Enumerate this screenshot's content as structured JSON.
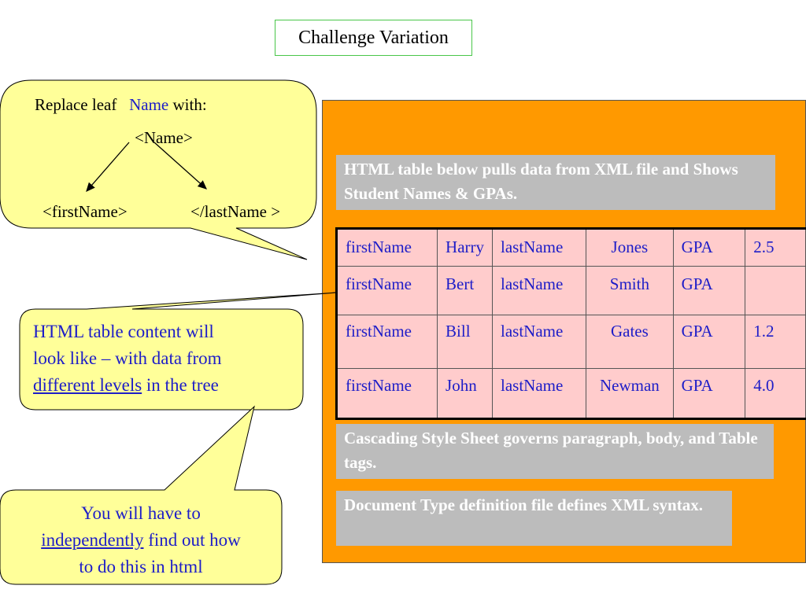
{
  "title": "Challenge Variation",
  "tree_bubble": {
    "line_prefix": "Replace leaf",
    "leaf_name": "Name",
    "line_suffix": "with:",
    "root": "<Name>",
    "left_child": "<firstName>",
    "right_child": "</lastName >"
  },
  "table_bubble": {
    "line1": "HTML table content will",
    "line2": "look like – with data from",
    "underlined": "different levels",
    "after": " in the tree"
  },
  "html_bubble": {
    "line1": "You will have to",
    "underlined": "independently",
    "after": " find out how",
    "line3": "to do this in html"
  },
  "notes": {
    "note1": "HTML table below pulls data from XML file and Shows Student Names & GPAs.",
    "note2": "Cascading Style Sheet governs paragraph, body, and  Table tags.",
    "note3": "Document Type definition file defines XML syntax."
  },
  "table": {
    "rows": [
      [
        "firstName",
        "Harry",
        "lastName",
        "Jones",
        "GPA",
        "2.5"
      ],
      [
        "firstName",
        "Bert",
        "lastName",
        "Smith",
        "GPA",
        ""
      ],
      [
        "firstName",
        "Bill",
        "lastName",
        "Gates",
        "GPA",
        "1.2"
      ],
      [
        "firstName",
        "John",
        "lastName",
        "Newman",
        "GPA",
        "4.0"
      ]
    ]
  },
  "colors": {
    "bubble_fill": "#ffff99",
    "panel_orange": "#ff9900",
    "table_fill": "#ffcccc",
    "note_gray": "#bcbcbc",
    "text_blue": "#1d1dc8",
    "title_border": "#49c649"
  }
}
